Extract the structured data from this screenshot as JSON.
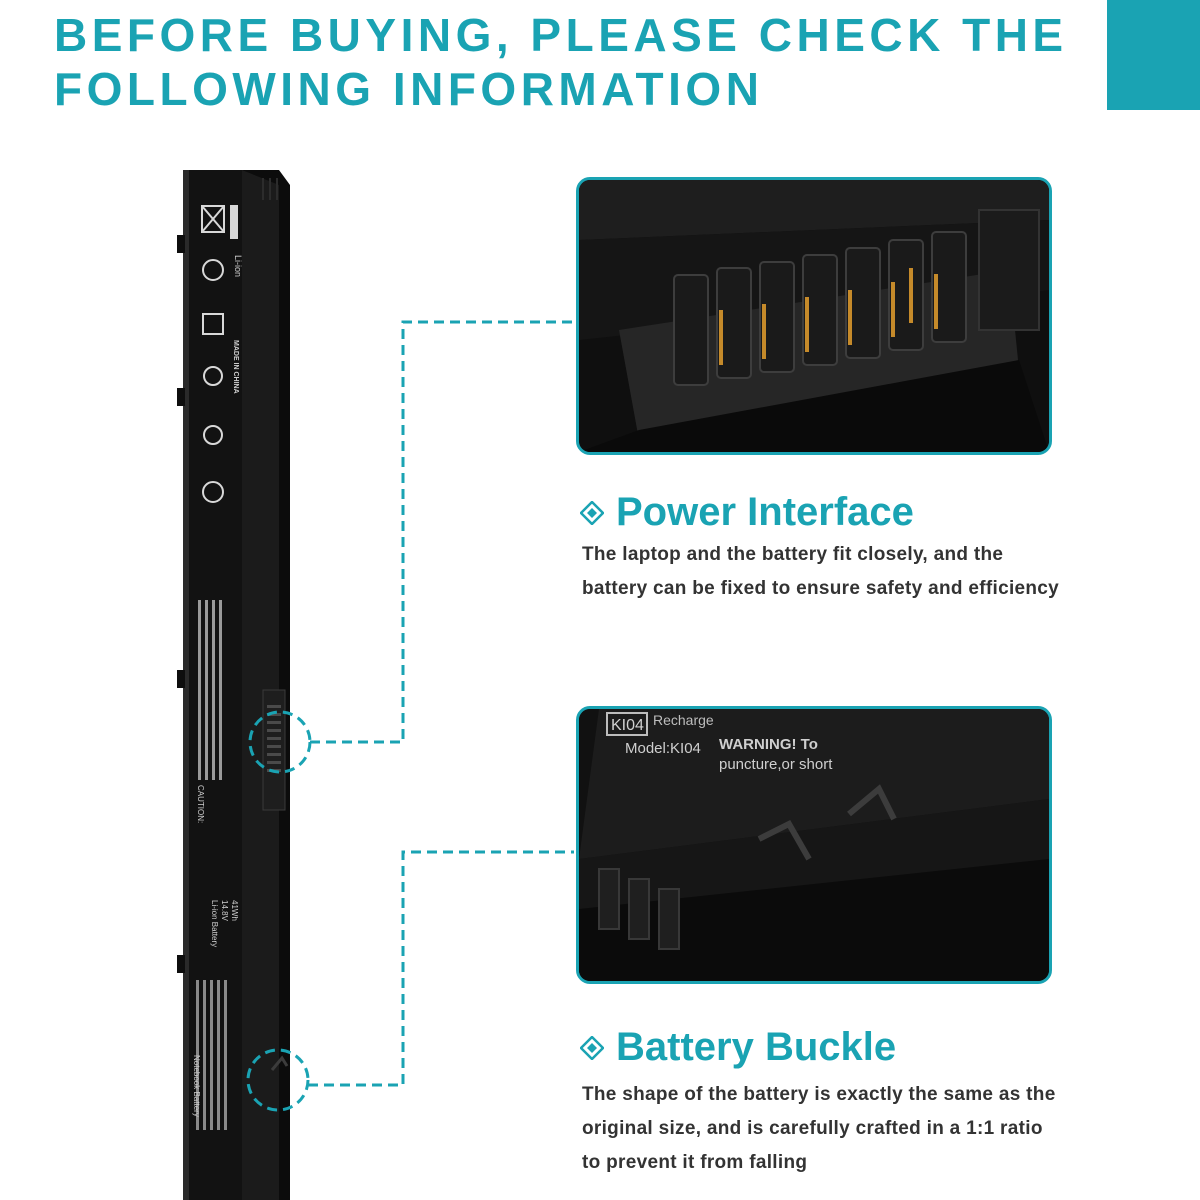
{
  "header": {
    "title": "BEFORE BUYING, PLEASE CHECK THE FOLLOWING INFORMATION"
  },
  "features": [
    {
      "title": "Power Interface",
      "description": "The laptop and the battery fit closely, and the battery can be fixed to ensure safety and efficiency",
      "icon": "diamond-icon"
    },
    {
      "title": "Battery Buckle",
      "description": "The shape of the battery is exactly the same as the original size, and is carefully crafted in a 1:1 ratio to prevent it from falling",
      "icon": "diamond-icon"
    }
  ],
  "battery_label": {
    "chemistry": "Li-ion",
    "made_in": "MADE IN CHINA",
    "caution": "CAUTION:",
    "type": "Li-ion Battery",
    "voltage": "14.8V",
    "energy": "41Wh",
    "product": "Notebook Battery",
    "model_short": "KI04"
  },
  "closeup": {
    "model_tag": "KI04",
    "recharge_text": "Recharge",
    "model_text": "Model:KI04",
    "warning_text": "WARNING! To",
    "puncture_text": "puncture,or short"
  },
  "colors": {
    "accent": "#1aa3b3",
    "body_text": "#333333",
    "battery": "#141414"
  }
}
